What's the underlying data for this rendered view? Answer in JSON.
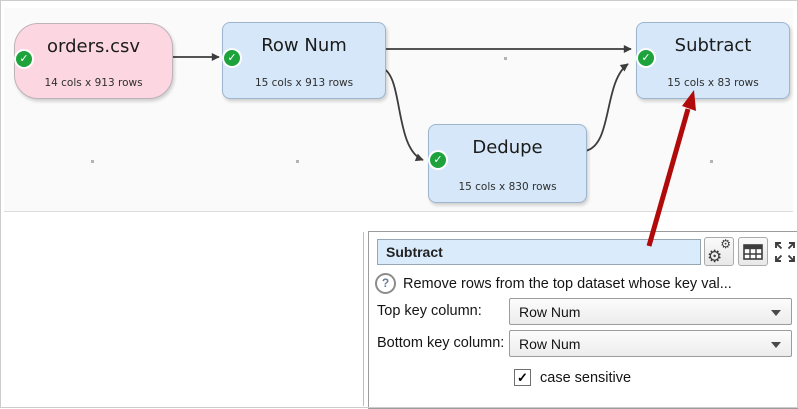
{
  "icons": {
    "check": "✓",
    "gear": "⚙",
    "help": "?"
  },
  "colors": {
    "input_node_fill": "#fcd7e2",
    "transform_node_fill": "#d5e7f8",
    "status_ok_green": "#1da23c",
    "edge_stroke": "#3d3d3d",
    "annotation_red": "#b10a0a",
    "name_field_bg": "#daecfb"
  },
  "canvas": {
    "nodes": [
      {
        "title": "orders.csv",
        "subtitle": "14 cols x 913 rows",
        "type": "input"
      },
      {
        "title": "Row Num",
        "subtitle": "15 cols x 913 rows",
        "type": "transform"
      },
      {
        "title": "Dedupe",
        "subtitle": "15 cols x 830 rows",
        "type": "transform"
      },
      {
        "title": "Subtract",
        "subtitle": "15 cols x 83 rows",
        "type": "transform"
      }
    ]
  },
  "panel": {
    "name_value": "Subtract",
    "help_text": "Remove rows from the top dataset whose key val...",
    "fields": [
      {
        "label": "Top key column:",
        "value": "Row Num"
      },
      {
        "label": "Bottom key column:",
        "value": "Row Num"
      }
    ],
    "checkbox": {
      "label": "case sensitive",
      "checked": true
    }
  }
}
